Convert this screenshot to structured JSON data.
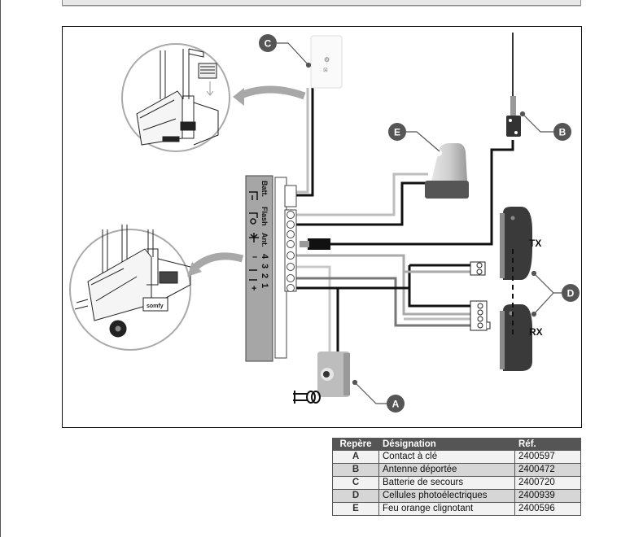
{
  "diagram": {
    "callouts": {
      "A": "A",
      "B": "B",
      "C": "C",
      "D": "D",
      "E": "E"
    },
    "photocell_labels": {
      "tx": "TX",
      "rx": "RX"
    },
    "terminal_labels": {
      "batt": "Batt.",
      "flash": "Flash",
      "ant": "Ant.",
      "t4": "4",
      "t3": "3",
      "t2": "2",
      "t1": "1",
      "minus": "–",
      "plus": "+"
    },
    "colors": {
      "callout_fill": "#555555",
      "wire_black": "#111111",
      "wire_dark_grey": "#777777",
      "wire_light_grey": "#bdbdbd",
      "arrow_grey": "#a8a8a8",
      "panel_grey": "#a6a6a6"
    }
  },
  "table": {
    "headers": {
      "repere": "Repère",
      "designation": "Désignation",
      "ref": "Réf."
    },
    "rows": [
      {
        "repere": "A",
        "designation": "Contact à clé",
        "ref": "2400597"
      },
      {
        "repere": "B",
        "designation": "Antenne déportée",
        "ref": "2400472"
      },
      {
        "repere": "C",
        "designation": "Batterie de secours",
        "ref": "2400720"
      },
      {
        "repere": "D",
        "designation": "Cellules photoélectriques",
        "ref": "2400939"
      },
      {
        "repere": "E",
        "designation": "Feu orange clignotant",
        "ref": "2400596"
      }
    ]
  }
}
